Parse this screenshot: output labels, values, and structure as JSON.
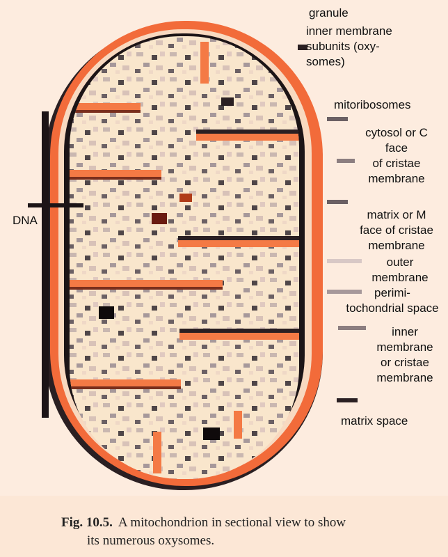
{
  "figure": {
    "caption_number": "Fig. 10.5.",
    "caption_line1": "A mitochondrion in sectional view to show",
    "caption_line2": "its numerous oxysomes."
  },
  "labels": {
    "granule": "granule",
    "oxysomes": "inner membrane\nsubunits (oxy-\nsomes)",
    "mitoribosomes": "mitoribosomes",
    "cytosol_face": "cytosol or C\nface\nof cristae\nmembrane",
    "matrix_face": "matrix or M\nface of cristae\nmembrane",
    "outer_membrane": "outer\nmembrane",
    "perimitochondrial": "perimi-\ntochondrial space",
    "inner_membrane": "inner\nmembrane\nor cristae\nmembrane",
    "matrix_space": "matrix space",
    "dna": "DNA"
  },
  "colors": {
    "background": "#fdecdf",
    "outer_membrane": "#f26b3a",
    "matrix": "#f9e6cc",
    "cristae": "#f47a45",
    "dark": "#1a1414"
  }
}
